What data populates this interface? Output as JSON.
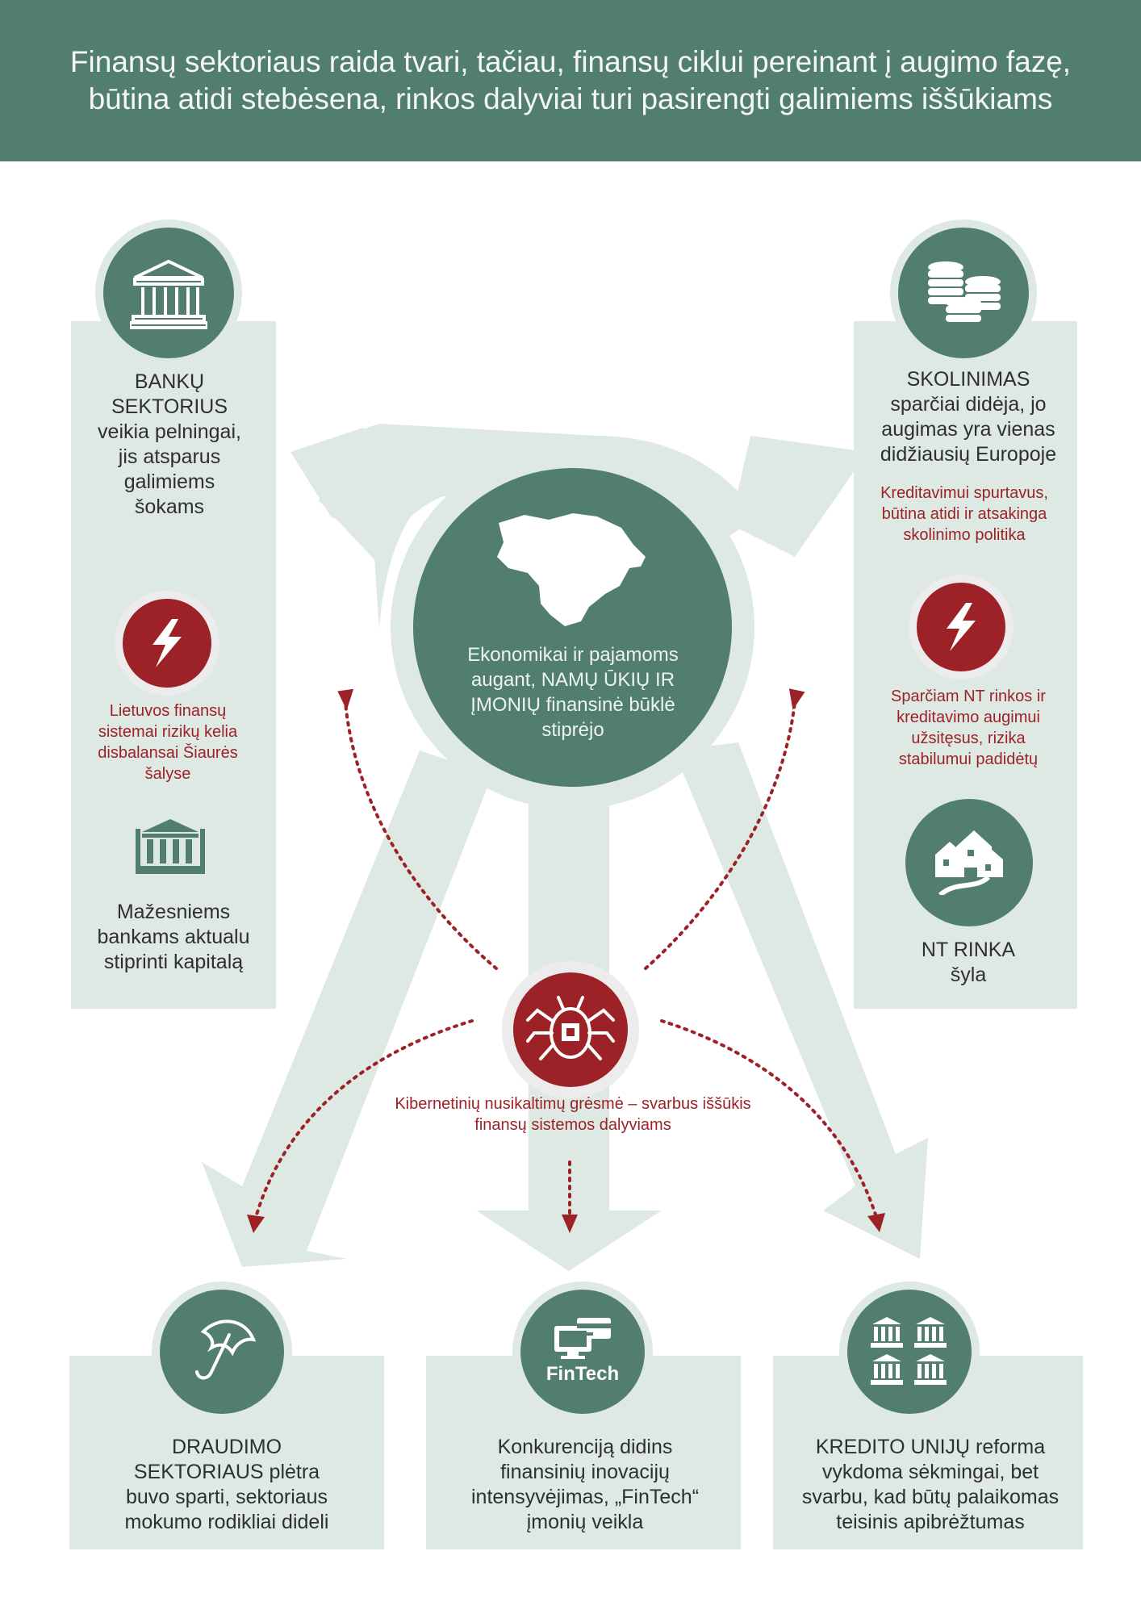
{
  "header": {
    "title": "Finansų sektoriaus raida tvari, tačiau, finansų ciklui pereinant į augimo fazę, būtina atidi stebėsena, rinkos dalyviai turi pasirengti galimiems iššūkiams"
  },
  "center": {
    "icon": "lithuania-map-icon",
    "text": "Ekonomikai ir pajamoms augant, NAMŲ ŪKIŲ IR ĮMONIŲ finansinė būklė stiprėjo"
  },
  "banks": {
    "icon": "bank-building-icon",
    "title": "BANKŲ SEKTORIUS",
    "text": "veikia pelningai, jis atsparus galimiems šokams",
    "risk_icon": "lightning-icon",
    "risk_text": "Lietuvos finansų sistemai rizikų kelia disbalansai Šiaurės šalyse",
    "small_icon": "small-bank-icon",
    "small_text": "Mažesniems bankams aktualu stiprinti kapitalą"
  },
  "lending": {
    "icon": "coin-stacks-icon",
    "title": "SKOLINIMAS",
    "text": "sparčiai didėja, jo augimas yra vienas didžiausių Europoje",
    "warning": "Kreditavimui spurtavus, būtina atidi ir atsakinga skolinimo politika",
    "risk_icon": "lightning-icon",
    "risk_text": "Sparčiam NT rinkos ir kreditavimo augimui užsitęsus, rizika stabilumui padidėtų",
    "realestate_icon": "houses-icon",
    "realestate_text": "NT RINKA šyla"
  },
  "cyber": {
    "icon": "cyber-bug-icon",
    "text": "Kibernetinių nusikaltimų grėsmė – svarbus iššūkis finansų sistemos dalyviams"
  },
  "insurance": {
    "icon": "umbrella-icon",
    "text": "DRAUDIMO SEKTORIAUS plėtra buvo sparti, sektoriaus mokumo rodikliai dideli"
  },
  "fintech": {
    "icon": "fintech-computer-icon",
    "icon_label": "FinTech",
    "text": "Konkurenciją didins finansinių inovacijų intensyvėjimas, „FinTech“ įmonių veikla"
  },
  "credit_unions": {
    "icon": "four-banks-icon",
    "text": "KREDITO UNIJŲ reforma vykdoma sėkmingai, bet svarbu, kad būtų palaikomas teisinis apibrėžtumas"
  },
  "colors": {
    "green": "#517e6d",
    "light_green": "#dee9e4",
    "red": "#9c2227"
  }
}
